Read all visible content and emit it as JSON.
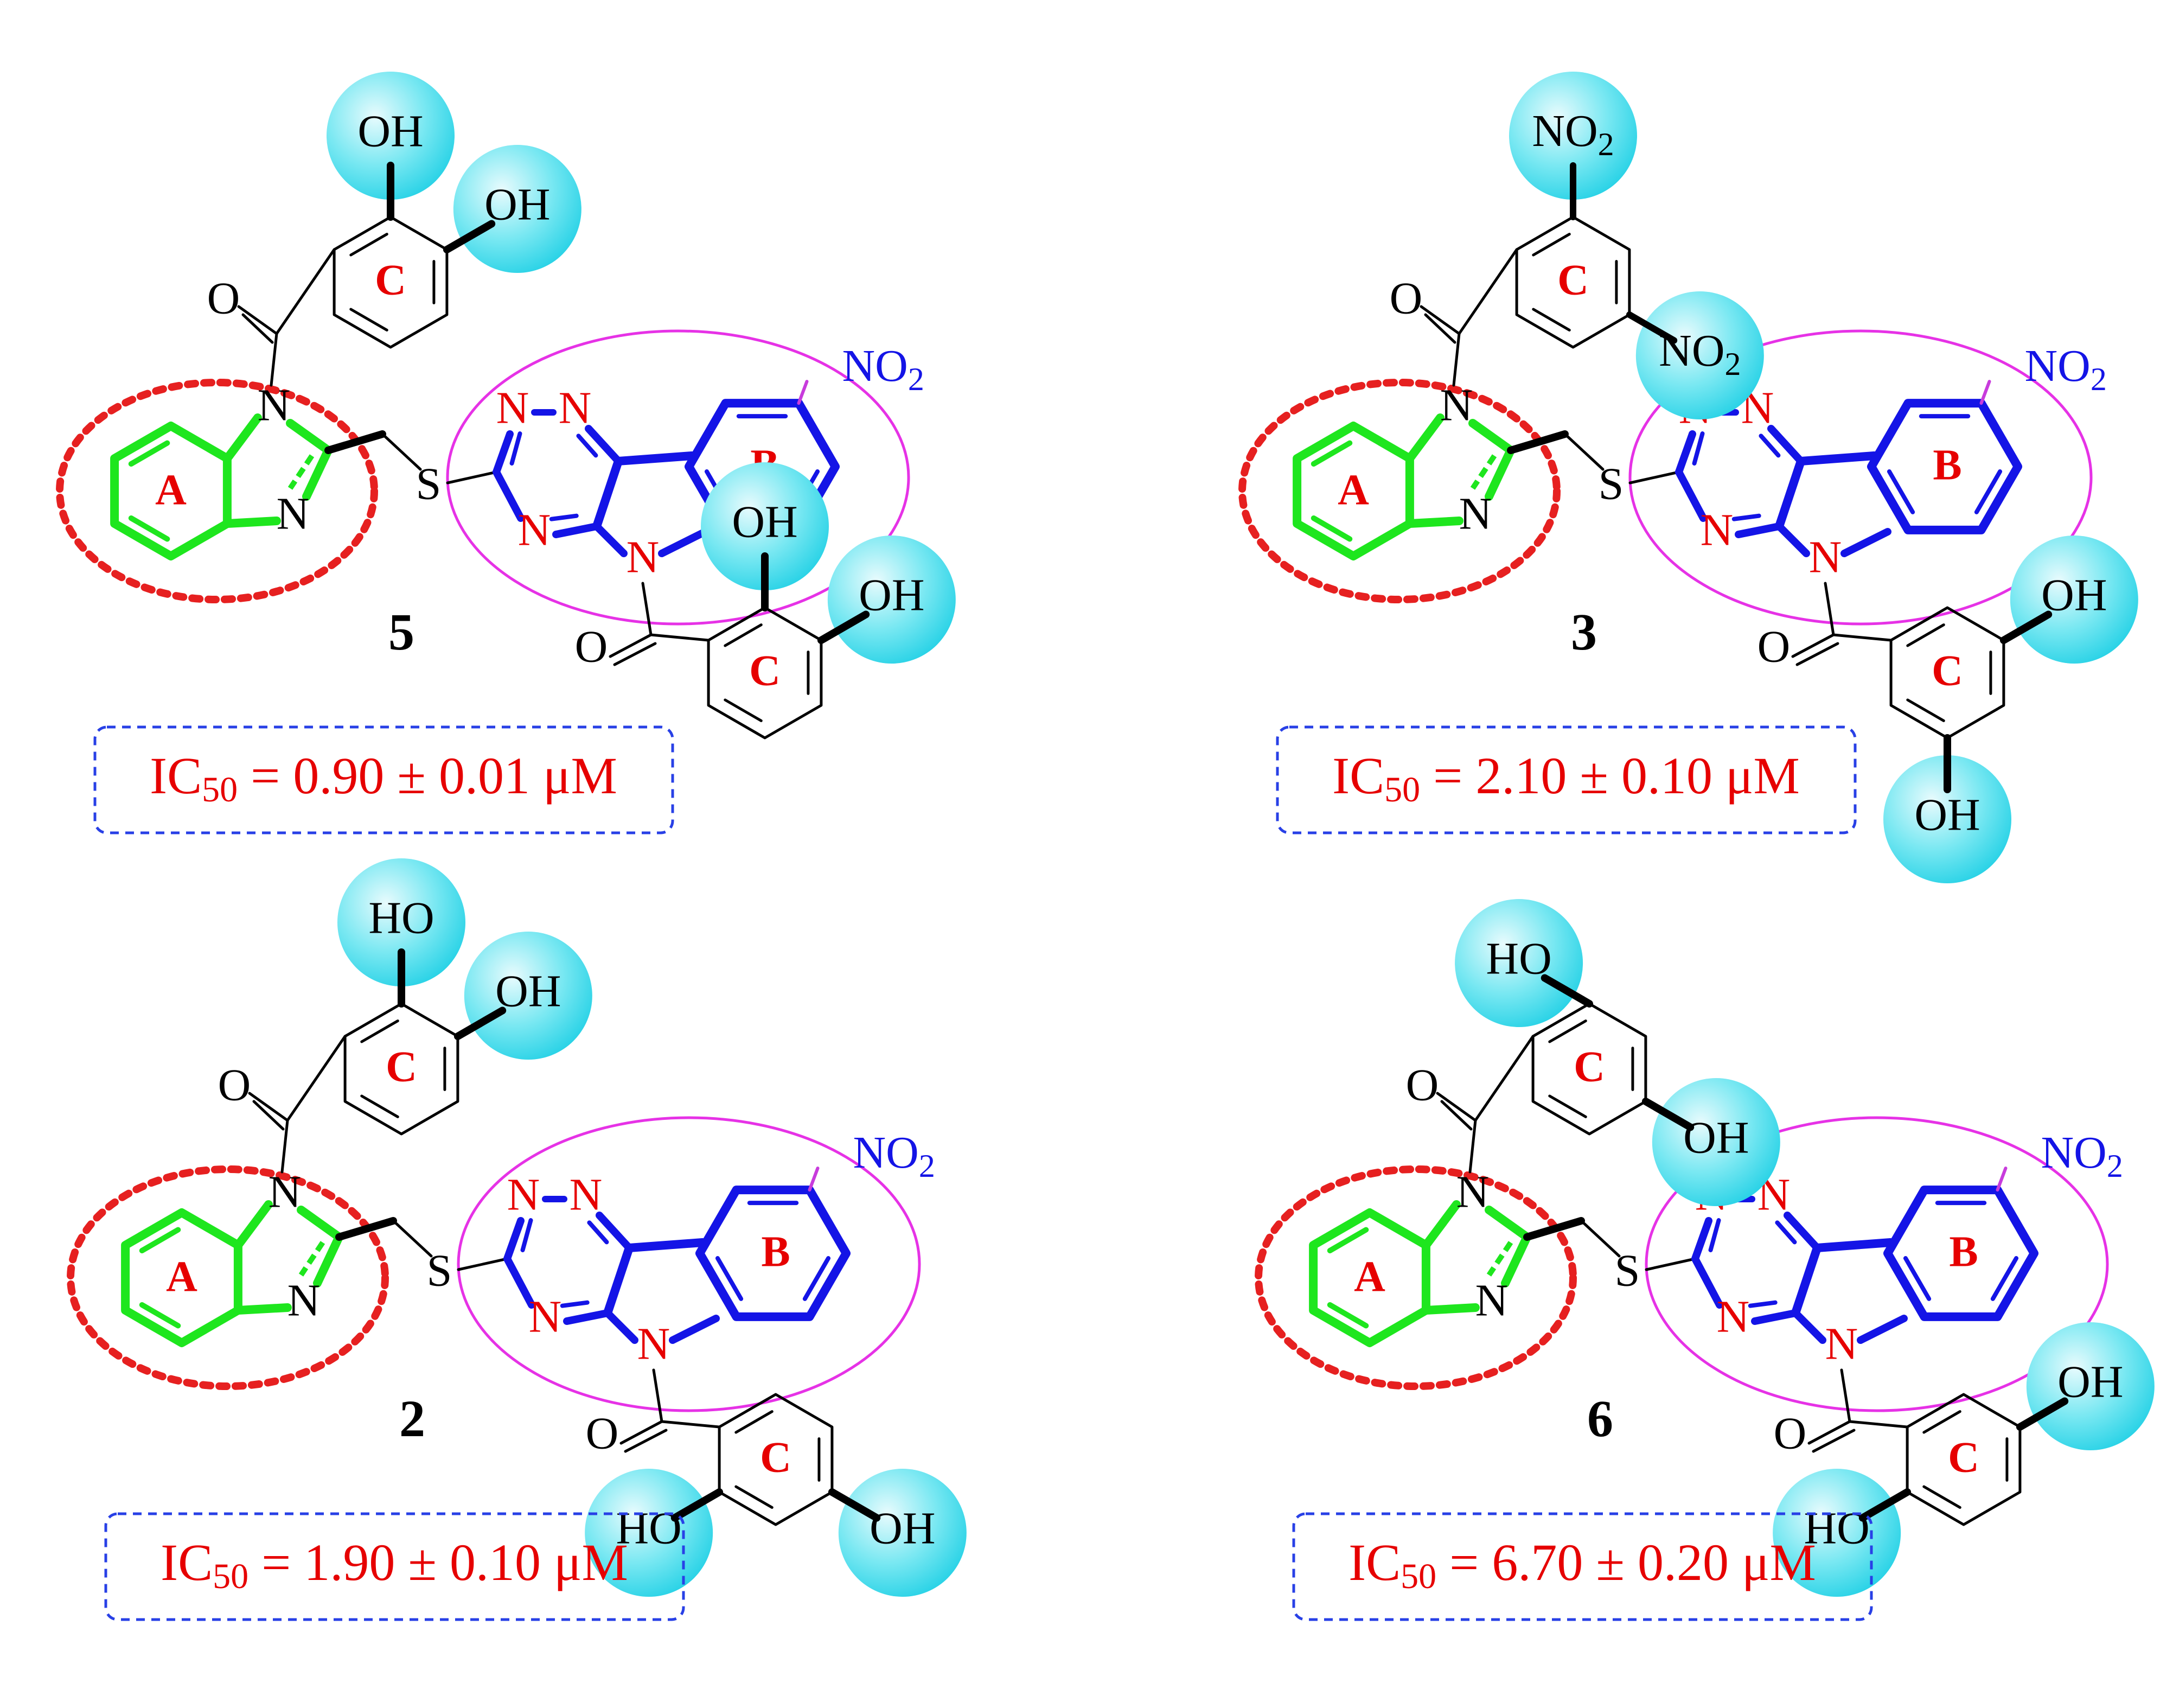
{
  "colors": {
    "ring_a": "#1ee61e",
    "ring_b": "#1414e6",
    "ring_b_label": "#e60000",
    "triazine_atoms": "#e60000",
    "highlight": "#28d2e6",
    "highlight_fill": "#7ae8f2",
    "ellipse_b": "#e632e6",
    "ellipse_a": "#e62020",
    "ic50_text": "#e60000",
    "ic50_box": "#2840e6",
    "bond": "#000000",
    "nitro_b": "#1414e6"
  },
  "panels": [
    {
      "compound_id": "5",
      "ic50": {
        "prefix": "IC",
        "sub": "50",
        "rest": " = 0.90 ± 0.01 μM"
      },
      "ring_labels": {
        "a": "A",
        "b": "B",
        "c_top": "C",
        "c_bottom": "C"
      },
      "atoms": {
        "oh_top_1": "OH",
        "oh_top_2": "OH",
        "oh_bot_1": "OH",
        "oh_bot_2": "OH",
        "carbonyl_top": "O",
        "carbonyl_bot": "O",
        "n1": "N",
        "n3": "N",
        "s": "S",
        "tz_n1": "N",
        "tz_n2": "N",
        "tz_n4": "N",
        "indole_n": "N",
        "nitro_b": "NO",
        "nitro_b_sub": "2"
      }
    },
    {
      "compound_id": "3",
      "ic50": {
        "prefix": "IC",
        "sub": "50",
        "rest": " = 2.10 ± 0.10 μM"
      },
      "ring_labels": {
        "a": "A",
        "b": "B",
        "c_top": "C",
        "c_bottom": "C"
      },
      "atoms": {
        "no2_top_1": "NO",
        "no2_top_1_sub": "2",
        "no2_top_2": "NO",
        "no2_top_2_sub": "2",
        "oh_bot_1": "OH",
        "oh_bot_2": "OH",
        "carbonyl_top": "O",
        "carbonyl_bot": "O",
        "n1": "N",
        "n3": "N",
        "s": "S",
        "tz_n1": "N",
        "tz_n2": "N",
        "tz_n4": "N",
        "indole_n": "N",
        "nitro_b": "NO",
        "nitro_b_sub": "2"
      }
    },
    {
      "compound_id": "2",
      "ic50": {
        "prefix": "IC",
        "sub": "50",
        "rest": " = 1.90 ± 0.10 μM"
      },
      "ring_labels": {
        "a": "A",
        "b": "B",
        "c_top": "C",
        "c_bottom": "C"
      },
      "atoms": {
        "oh_top_1": "HO",
        "oh_top_2": "OH",
        "oh_bot_1": "HO",
        "oh_bot_2": "OH",
        "carbonyl_top": "O",
        "carbonyl_bot": "O",
        "n1": "N",
        "n3": "N",
        "s": "S",
        "tz_n1": "N",
        "tz_n2": "N",
        "tz_n4": "N",
        "indole_n": "N",
        "nitro_b": "NO",
        "nitro_b_sub": "2"
      }
    },
    {
      "compound_id": "6",
      "ic50": {
        "prefix": "IC",
        "sub": "50",
        "rest": " = 6.70 ± 0.20 μM"
      },
      "ring_labels": {
        "a": "A",
        "b": "B",
        "c_top": "C",
        "c_bottom": "C"
      },
      "atoms": {
        "oh_top_1": "HO",
        "oh_top_2": "OH",
        "oh_bot_1": "OH",
        "oh_bot_2": "HO",
        "carbonyl_top": "O",
        "carbonyl_bot": "O",
        "n1": "N",
        "n3": "N",
        "s": "S",
        "tz_n1": "N",
        "tz_n2": "N",
        "tz_n4": "N",
        "indole_n": "N",
        "nitro_b": "NO",
        "nitro_b_sub": "2"
      }
    }
  ]
}
